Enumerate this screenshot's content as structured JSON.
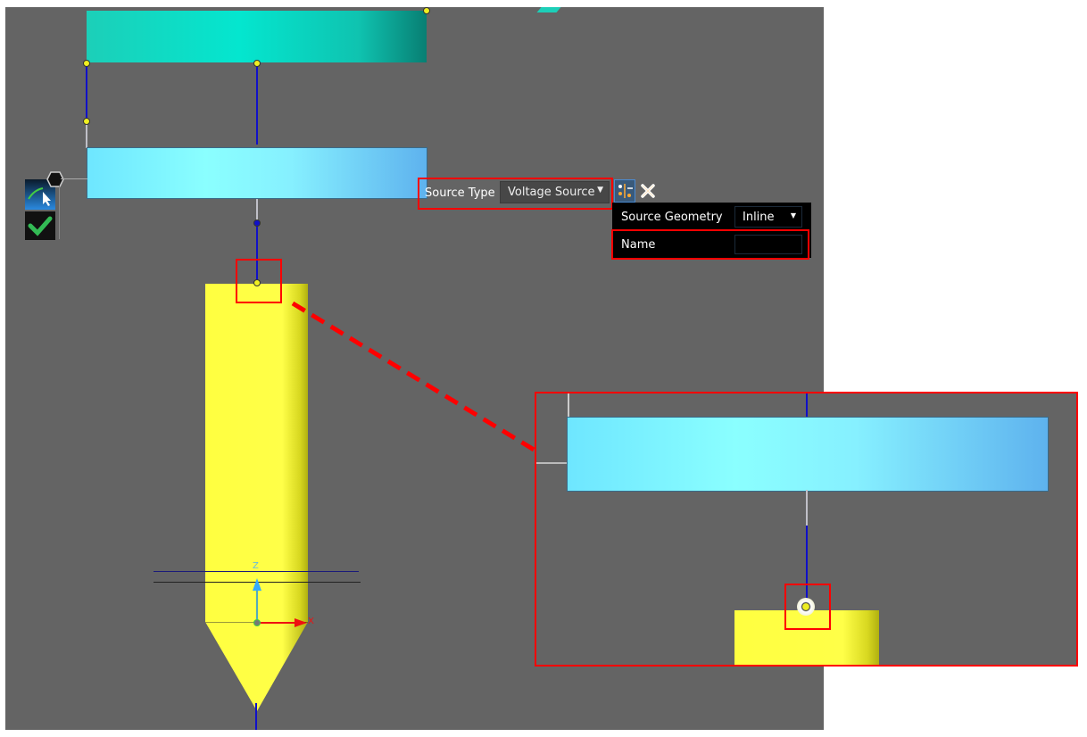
{
  "toolbar": {
    "source_type_label": "Source Type",
    "source_type_value": "Voltage Source"
  },
  "panel": {
    "source_geometry_label": "Source Geometry",
    "source_geometry_value": "Inline",
    "name_label": "Name",
    "name_value": ""
  },
  "axes": {
    "z_label": "Z",
    "x_label": "X"
  },
  "colors": {
    "highlight": "#ff0000",
    "viewport_bg": "#646464",
    "wire": "#1010c8"
  }
}
